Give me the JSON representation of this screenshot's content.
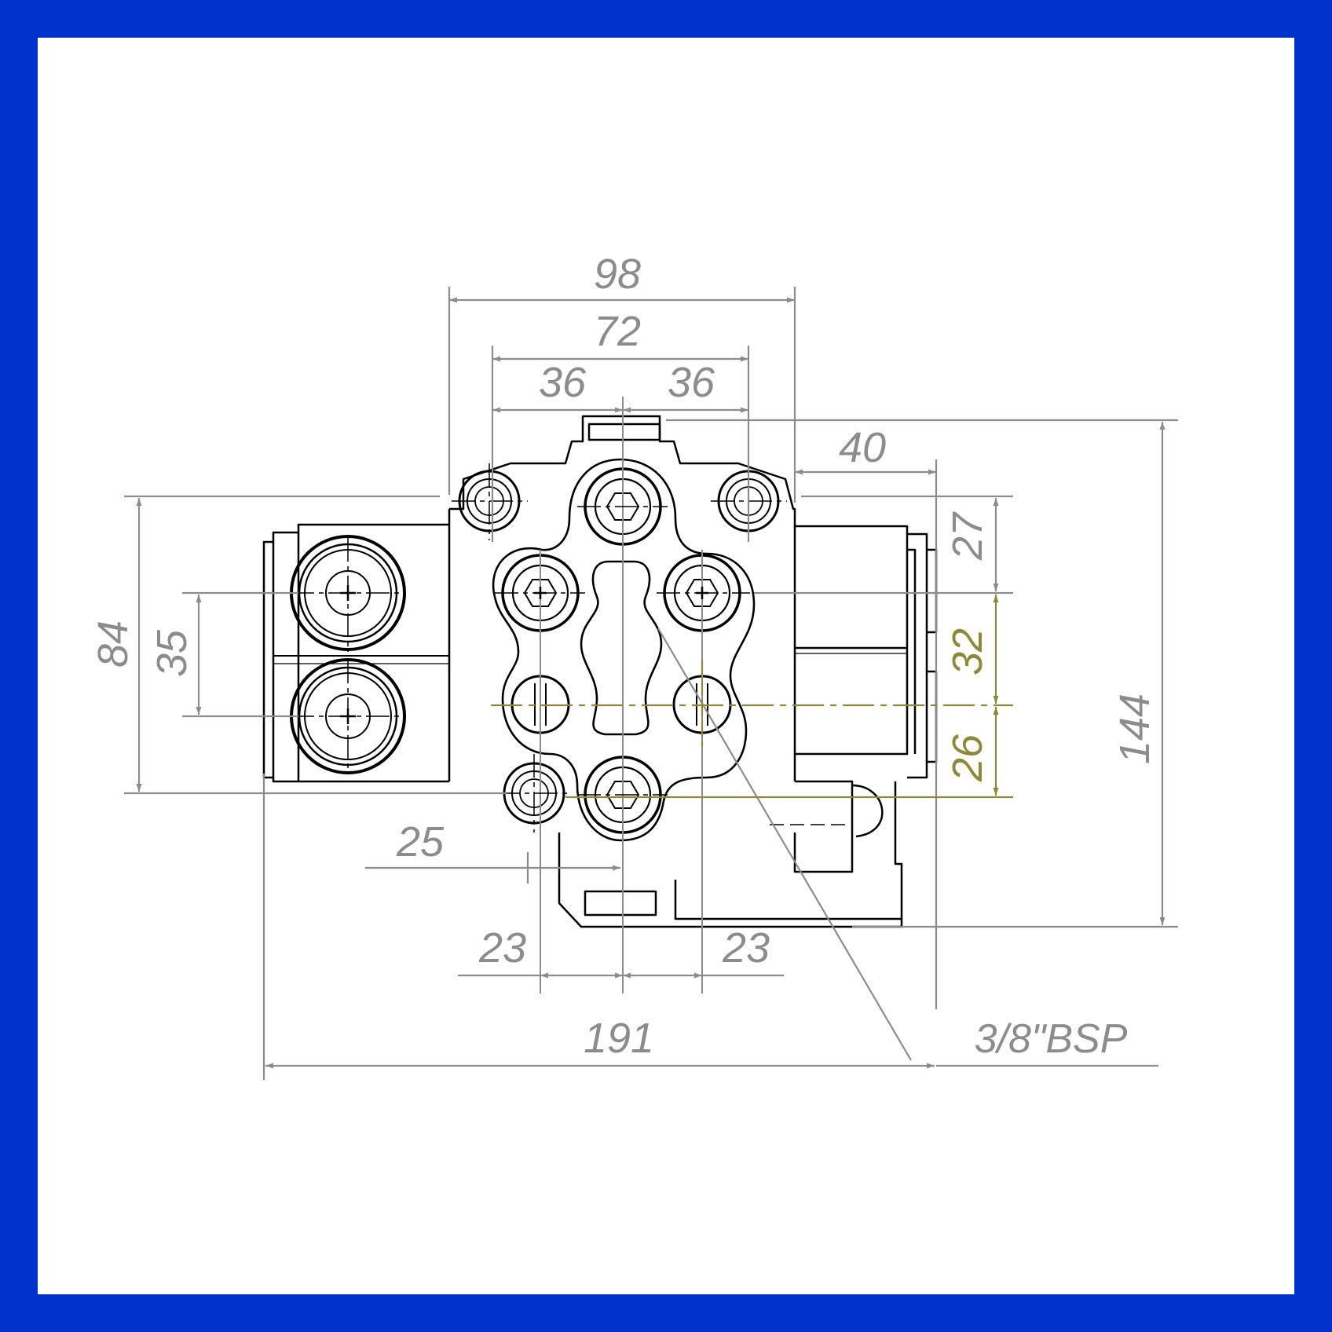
{
  "drawing": {
    "frame_color": "#0033cc",
    "outline_color": "#000000",
    "dimension_color": "#8c8c8c",
    "highlight_color": "#8a8a3a",
    "dimensions": {
      "overall_height_mounting": "98",
      "hole_pitch_total": "72",
      "hole_pitch_left": "36",
      "hole_pitch_right": "36",
      "right_offset": "40",
      "left_height": "84",
      "port_spacing": "35",
      "top_offset": "27",
      "mid_spacing": "32",
      "lower_spacing": "26",
      "overall_side": "144",
      "bottom_offset": "25",
      "bottom_left": "23",
      "bottom_right": "23",
      "overall_length": "191"
    },
    "port_callout": "3/8\"BSP"
  }
}
